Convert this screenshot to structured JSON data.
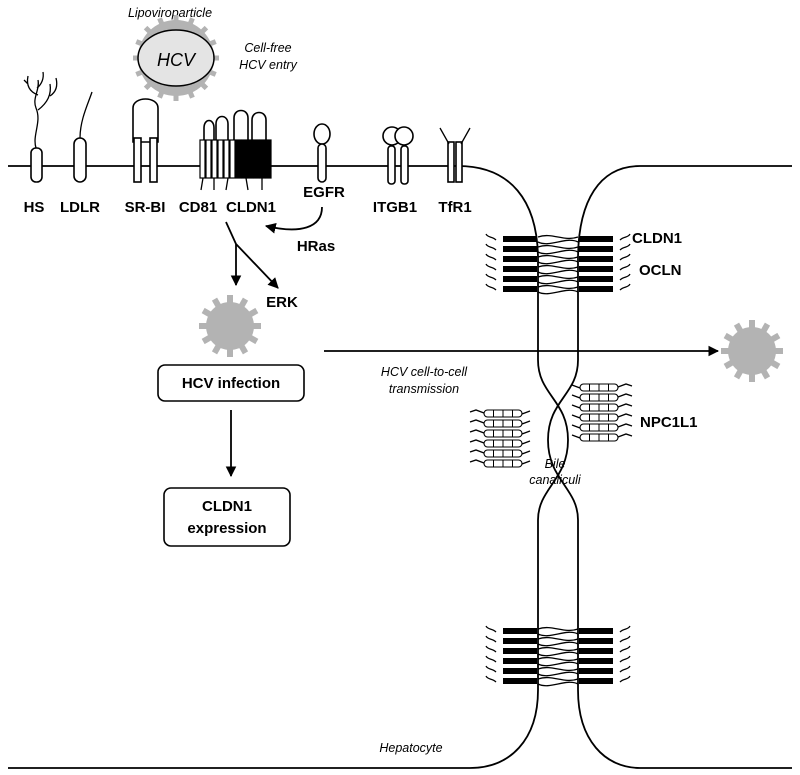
{
  "particle": {
    "label": "Lipoviroparticle",
    "virus": "HCV"
  },
  "entry_label": [
    "Cell-free",
    "HCV entry"
  ],
  "receptors": [
    "HS",
    "LDLR",
    "SR-BI",
    "CD81",
    "CLDN1",
    "EGFR",
    "ITGB1",
    "TfR1"
  ],
  "signaling": {
    "hras": "HRas",
    "erk": "ERK"
  },
  "boxes": {
    "infection": "HCV infection",
    "expression": [
      "CLDN1",
      "expression"
    ]
  },
  "junction": {
    "cldn1": "CLDN1",
    "ocln": "OCLN",
    "npc1l1": "NPC1L1"
  },
  "bile": [
    "Bile",
    "canaliculi"
  ],
  "transmission": [
    "HCV cell-to-cell",
    "transmission"
  ],
  "cell_label": "Hepatocyte",
  "colors": {
    "virus_gray": "#b3b3b3",
    "line": "#000000",
    "virus_particle_fill": "#cfcfcf"
  }
}
